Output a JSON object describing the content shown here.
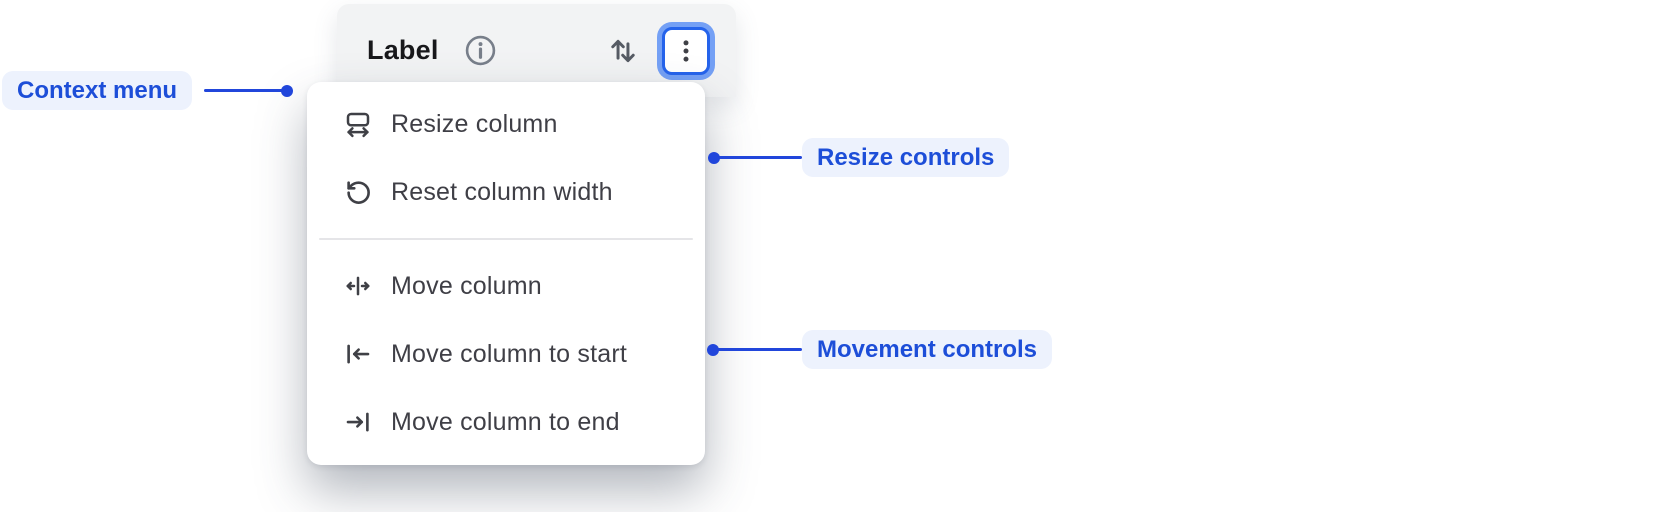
{
  "header": {
    "label": "Label",
    "info_icon": "info-icon",
    "sort_icon": "sort-arrows-icon",
    "menu_button_icon": "kebab-menu-icon"
  },
  "menu": {
    "groups": [
      {
        "name": "resize",
        "items": [
          {
            "icon": "resize-column-icon",
            "label": "Resize column"
          },
          {
            "icon": "reset-column-width-icon",
            "label": "Reset column width"
          }
        ]
      },
      {
        "name": "movement",
        "items": [
          {
            "icon": "move-column-icon",
            "label": "Move column"
          },
          {
            "icon": "move-column-to-start-icon",
            "label": "Move column to start"
          },
          {
            "icon": "move-column-to-end-icon",
            "label": "Move column to end"
          }
        ]
      }
    ]
  },
  "annotations": {
    "context_menu": {
      "label": "Context menu",
      "side": "left"
    },
    "resize_controls": {
      "label": "Resize controls",
      "side": "right"
    },
    "movement_controls": {
      "label": "Movement controls",
      "side": "right"
    }
  },
  "colors": {
    "annotation_text": "#1d4ed8",
    "annotation_background": "#edf2fd",
    "annotation_line": "#2146db",
    "focus_ring_outer": "#74a0f5",
    "focus_border": "#2563eb",
    "header_background": "#f2f3f4",
    "menu_text": "#3f3f46"
  }
}
